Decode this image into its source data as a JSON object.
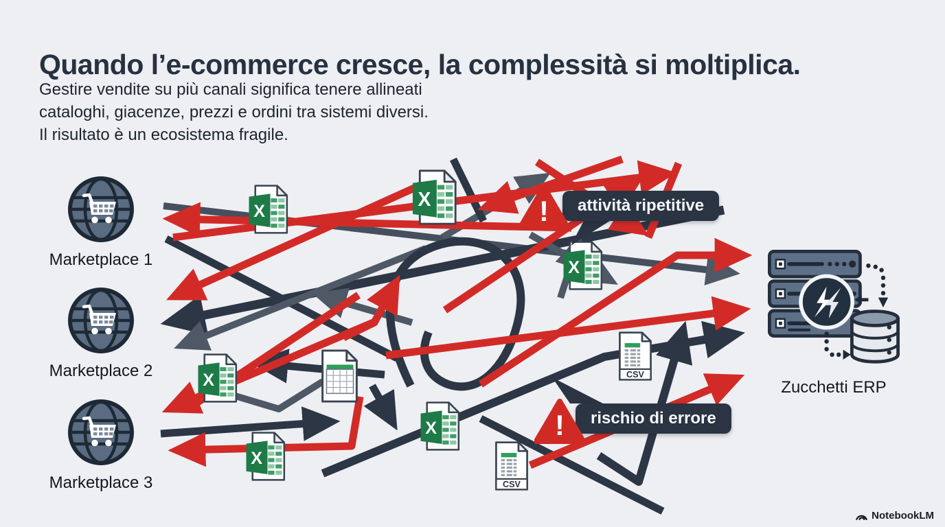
{
  "page": {
    "background_color": "#edeff3"
  },
  "header": {
    "title": "Quando l’e-commerce cresce, la complessità si moltiplica.",
    "description_lines": [
      "Gestire vendite su più canali significa tenere allineati",
      "cataloghi, giacenze, prezzi e ordini tra sistemi diversi.",
      "Il risultato è un ecosistema fragile."
    ]
  },
  "marketplaces": [
    {
      "label": "Marketplace 1"
    },
    {
      "label": "Marketplace 2"
    },
    {
      "label": "Marketplace 3"
    }
  ],
  "erp": {
    "label": "Zucchetti ERP"
  },
  "callouts": [
    {
      "label": "attività ripetitive",
      "icon": "!"
    },
    {
      "label": "rischio di errore",
      "icon": "!"
    }
  ],
  "files": {
    "excel_letter": "X",
    "csv_label": "CSV"
  },
  "colors": {
    "arrow_red": "#d22b27",
    "arrow_dark": "#2c3644",
    "arrow_gray": "#4f5865",
    "callout_background": "#2a3442",
    "warning_red": "#cf2b24",
    "excel_green": "#1f7a49",
    "globe_fill": "#5a6c82",
    "server_fill": "#5d7087"
  },
  "watermark": {
    "label": "NotebookLM"
  }
}
